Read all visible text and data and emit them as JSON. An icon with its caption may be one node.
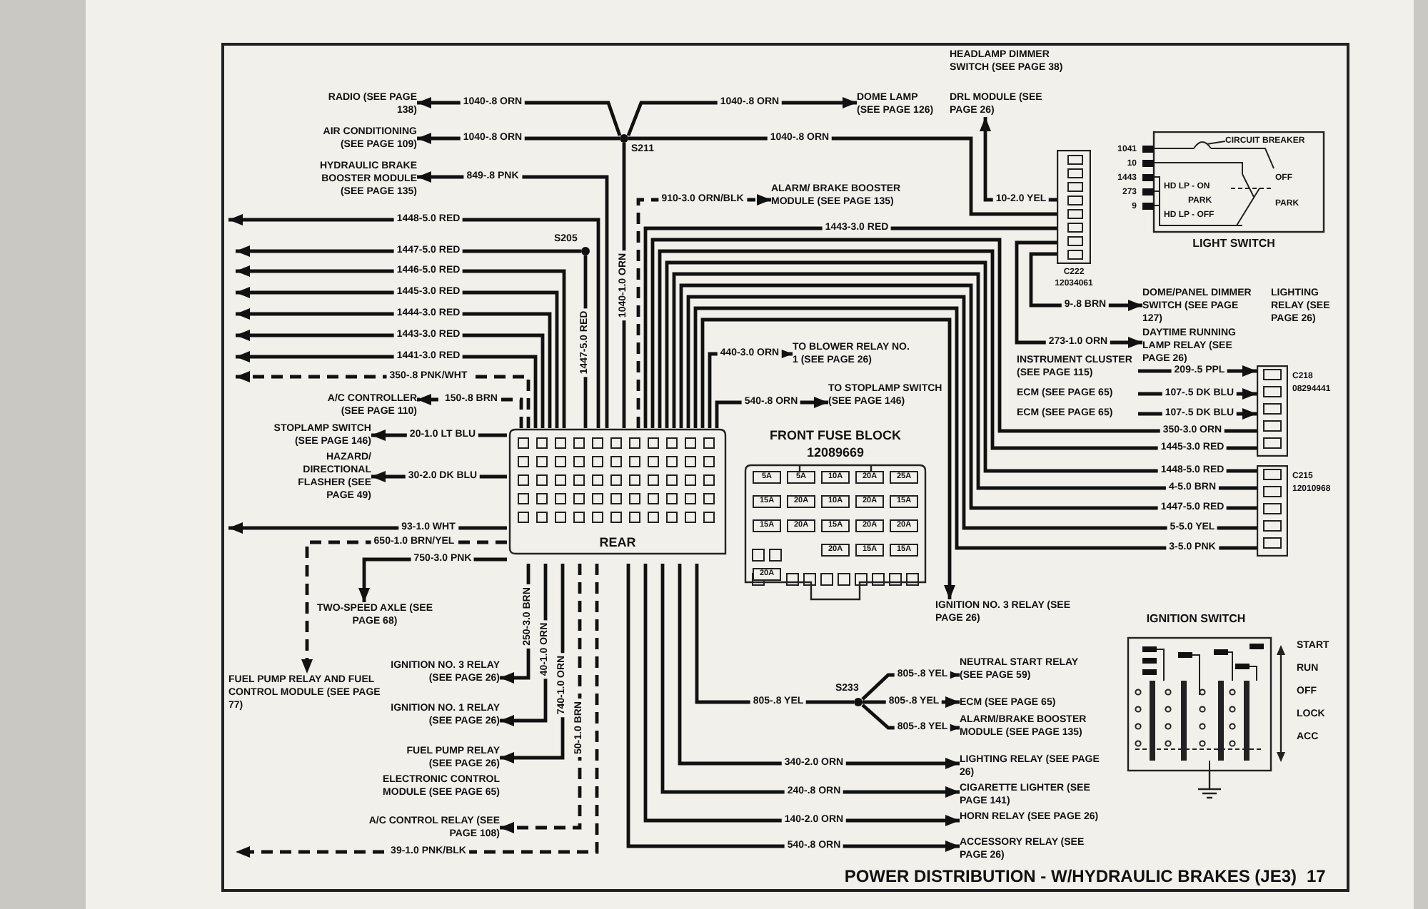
{
  "diagram": {
    "title": "POWER DISTRIBUTION - W/HYDRAULIC BRAKES (JE3)",
    "nodes": [
      {
        "text": [
          "RADIO (SEE PAGE 138)"
        ]
      },
      {
        "text": [
          "AIR CONDITIONING (SEE PAGE 109)"
        ]
      },
      {
        "text": [
          "HYDRAULIC BRAKE BOOSTER MODULE (SEE PAGE 135)"
        ]
      },
      {
        "text": [
          "A/C CONTROLLER (SEE PAGE 110)"
        ]
      },
      {
        "text": [
          "STOPLAMP SWITCH (SEE PAGE 146)"
        ]
      },
      {
        "text": [
          "HAZARD/ DIRECTIONAL FLASHER (SEE PAGE 49)"
        ]
      },
      {
        "text": [
          "TWO-SPEED AXLE (SEE PAGE 68)"
        ]
      },
      {
        "text": [
          "FUEL PUMP RELAY AND FUEL CONTROL MODULE (SEE PAGE 77)"
        ]
      },
      {
        "text": [
          "IGNITION NO. 3 RELAY (SEE PAGE 26)"
        ]
      },
      {
        "text": [
          "IGNITION NO. 1 RELAY (SEE PAGE 26)"
        ]
      },
      {
        "text": [
          "FUEL PUMP RELAY (SEE PAGE 26)"
        ]
      },
      {
        "text": [
          "ELECTRONIC CONTROL MODULE (SEE PAGE 65)"
        ]
      },
      {
        "text": [
          "A/C CONTROL RELAY (SEE PAGE 108)"
        ]
      },
      {
        "text": [
          "DOME LAMP (SEE PAGE 126)"
        ]
      },
      {
        "text": [
          "HEADLAMP DIMMER SWITCH (SEE PAGE 38)"
        ]
      },
      {
        "text": [
          "DRL MODULE (SEE PAGE 26)"
        ]
      },
      {
        "text": [
          "ALARM/ BRAKE BOOSTER MODULE (SEE PAGE 135)"
        ]
      },
      {
        "text": [
          "TO BLOWER RELAY NO. 1 (SEE PAGE 26)"
        ]
      },
      {
        "text": [
          "TO STOPLAMP SWITCH (SEE PAGE 146)"
        ]
      },
      {
        "text": [
          "FRONT FUSE BLOCK",
          "12089669"
        ]
      },
      {
        "text": [
          "REAR"
        ]
      },
      {
        "text": [
          "C222",
          "12034061"
        ]
      },
      {
        "text": [
          "LIGHT SWITCH"
        ]
      },
      {
        "text": [
          "DOME/PANEL DIMMER SWITCH (SEE PAGE 127)"
        ]
      },
      {
        "text": [
          "LIGHTING RELAY (SEE PAGE 26)"
        ]
      },
      {
        "text": [
          "DAYTIME RUNNING LAMP RELAY (SEE PAGE 26)"
        ]
      },
      {
        "text": [
          "INSTRUMENT CLUSTER (SEE PAGE 115)"
        ]
      },
      {
        "text": [
          "ECM (SEE PAGE 65)"
        ]
      },
      {
        "text": [
          "ECM (SEE PAGE 65)"
        ]
      },
      {
        "text": [
          "C218",
          "08294441"
        ]
      },
      {
        "text": [
          "C215",
          "12010968"
        ]
      },
      {
        "text": [
          "IGNITION NO. 3 RELAY (SEE PAGE 26)"
        ]
      },
      {
        "text": [
          "IGNITION SWITCH"
        ]
      },
      {
        "text": [
          "NEUTRAL START RELAY (SEE PAGE 59)"
        ]
      },
      {
        "text": [
          "ECM (SEE PAGE 65)"
        ]
      },
      {
        "text": [
          "ALARM/BRAKE BOOSTER MODULE (SEE PAGE 135)"
        ]
      },
      {
        "text": [
          "LIGHTING RELAY (SEE PAGE 26)"
        ]
      },
      {
        "text": [
          "CIGARETTE LIGHTER (SEE PAGE 141)"
        ]
      },
      {
        "text": [
          "HORN RELAY (SEE PAGE 26)"
        ]
      },
      {
        "text": [
          "ACCESSORY RELAY (SEE PAGE 26)"
        ]
      },
      {
        "text": [],
        "shape": "circle",
        "beside": [
          "S211"
        ]
      },
      {
        "text": [],
        "shape": "circle",
        "beside": [
          "S205"
        ]
      },
      {
        "text": [],
        "shape": "circle",
        "beside": [
          "S233"
        ]
      }
    ],
    "edges": [
      {
        "from": 40,
        "to": 0,
        "arrow": "to",
        "label": "1040-.8 ORN"
      },
      {
        "from": 40,
        "to": 1,
        "arrow": "to",
        "label": "1040-.8 ORN"
      },
      {
        "from": 40,
        "to": 13,
        "arrow": "to",
        "label": "1040-.8 ORN"
      },
      {
        "from": 40,
        "to": 21,
        "arrow": "none",
        "label": "1040-.8 ORN"
      },
      {
        "from": 20,
        "to": 40,
        "arrow": "none",
        "label": "1040-1.0 ORN"
      },
      {
        "from": 20,
        "to": 2,
        "arrow": "to",
        "label": "849-.8 PNK"
      },
      {
        "from": 20,
        "to": 16,
        "arrow": "to",
        "label": "910-3.0 ORN/BLK",
        "style": "dashed"
      },
      {
        "from": 20,
        "to": null,
        "arrow": "to",
        "label": "1448-5.0 RED"
      },
      {
        "from": 41,
        "to": null,
        "arrow": "to",
        "label": "1447-5.0 RED"
      },
      {
        "from": 20,
        "to": null,
        "arrow": "to",
        "label": "1446-5.0 RED"
      },
      {
        "from": 20,
        "to": null,
        "arrow": "to",
        "label": "1445-3.0 RED"
      },
      {
        "from": 20,
        "to": null,
        "arrow": "to",
        "label": "1444-3.0 RED"
      },
      {
        "from": 20,
        "to": null,
        "arrow": "to",
        "label": "1443-3.0 RED"
      },
      {
        "from": 20,
        "to": null,
        "arrow": "to",
        "label": "1441-3.0 RED"
      },
      {
        "from": 20,
        "to": null,
        "arrow": "to",
        "label": "350-.8 PNK/WHT",
        "style": "dashed"
      },
      {
        "from": 20,
        "to": 3,
        "arrow": "to",
        "label": "150-.8 BRN",
        "style": "dashed"
      },
      {
        "from": 41,
        "to": 20,
        "arrow": "none",
        "label": "1447-5.0 RED"
      },
      {
        "from": 20,
        "to": 21,
        "arrow": "none",
        "label": "1443-3.0 RED"
      },
      {
        "from": 21,
        "to": 15,
        "arrow": "to",
        "label": "10-2.0 YEL"
      },
      {
        "from": 21,
        "to": 23,
        "arrow": "to",
        "label": "9-.8 BRN"
      },
      {
        "from": 21,
        "to": 25,
        "arrow": "to",
        "label": "273-1.0 ORN"
      },
      {
        "from": 20,
        "to": 17,
        "arrow": "to",
        "label": "440-3.0 ORN"
      },
      {
        "from": 20,
        "to": 18,
        "arrow": "to",
        "label": "540-.8 ORN"
      },
      {
        "from": 26,
        "to": 29,
        "arrow": "to",
        "label": "209-.5 PPL"
      },
      {
        "from": 27,
        "to": 29,
        "arrow": "to",
        "label": "107-.5 DK BLU"
      },
      {
        "from": 28,
        "to": 29,
        "arrow": "to",
        "label": "107-.5 DK BLU"
      },
      {
        "from": 20,
        "to": 29,
        "arrow": "none",
        "label": "350-3.0 ORN"
      },
      {
        "from": 20,
        "to": 29,
        "arrow": "none",
        "label": "1445-3.0 RED"
      },
      {
        "from": 20,
        "to": 30,
        "arrow": "none",
        "label": "1448-5.0 RED"
      },
      {
        "from": 20,
        "to": 30,
        "arrow": "none",
        "label": "4-5.0 BRN"
      },
      {
        "from": 20,
        "to": 30,
        "arrow": "none",
        "label": "1447-5.0 RED"
      },
      {
        "from": 20,
        "to": 30,
        "arrow": "none",
        "label": "5-5.0 YEL"
      },
      {
        "from": 20,
        "to": 30,
        "arrow": "none",
        "label": "3-5.0 PNK"
      },
      {
        "from": 20,
        "to": 31,
        "arrow": "to"
      },
      {
        "from": 20,
        "to": 4,
        "arrow": "to",
        "label": "20-1.0 LT BLU"
      },
      {
        "from": 20,
        "to": 5,
        "arrow": "to",
        "label": "30-2.0 DK BLU"
      },
      {
        "from": 20,
        "to": null,
        "arrow": "to",
        "label": "93-1.0 WHT"
      },
      {
        "from": 20,
        "to": 7,
        "arrow": "to",
        "label": "650-1.0 BRN/YEL",
        "style": "dashed"
      },
      {
        "from": 20,
        "to": 6,
        "arrow": "to",
        "label": "750-3.0 PNK"
      },
      {
        "from": 20,
        "to": 8,
        "arrow": "to",
        "label": "250-3.0 BRN"
      },
      {
        "from": 20,
        "to": 9,
        "arrow": "to",
        "label": "40-1.0 ORN"
      },
      {
        "from": 20,
        "to": 10,
        "arrow": "to",
        "label": "740-1.0 ORN"
      },
      {
        "from": 20,
        "to": 12,
        "arrow": "to",
        "label": "50-1.0 BRN",
        "style": "dashed"
      },
      {
        "from": 20,
        "to": null,
        "arrow": "to",
        "label": "39-1.0 PNK/BLK",
        "style": "dashed"
      },
      {
        "from": 20,
        "to": 42,
        "arrow": "none",
        "label": "805-.8 YEL"
      },
      {
        "from": 42,
        "to": 33,
        "arrow": "to",
        "label": "805-.8 YEL"
      },
      {
        "from": 42,
        "to": 34,
        "arrow": "to",
        "label": "805-.8 YEL"
      },
      {
        "from": 42,
        "to": 35,
        "arrow": "to",
        "label": "805-.8 YEL"
      },
      {
        "from": 20,
        "to": 36,
        "arrow": "to",
        "label": "340-2.0 ORN"
      },
      {
        "from": 20,
        "to": 37,
        "arrow": "to",
        "label": "240-.8 ORN"
      },
      {
        "from": 20,
        "to": 38,
        "arrow": "to",
        "label": "140-2.0 ORN"
      },
      {
        "from": 20,
        "to": 39,
        "arrow": "to",
        "label": "540-.8 ORN"
      }
    ],
    "labels": [
      "CIRCUIT BREAKER",
      "1041",
      "10",
      "1443",
      "273",
      "9",
      "HD LP - ON",
      "PARK",
      "HD LP - OFF",
      "OFF",
      "PARK",
      "5A",
      "5A",
      "10A",
      "20A",
      "25A",
      "15A",
      "20A",
      "10A",
      "20A",
      "15A",
      "15A",
      "20A",
      "15A",
      "20A",
      "20A",
      "20A",
      "15A",
      "15A",
      "20A",
      "START",
      "RUN",
      "OFF",
      "LOCK",
      "ACC",
      "17"
    ]
  }
}
